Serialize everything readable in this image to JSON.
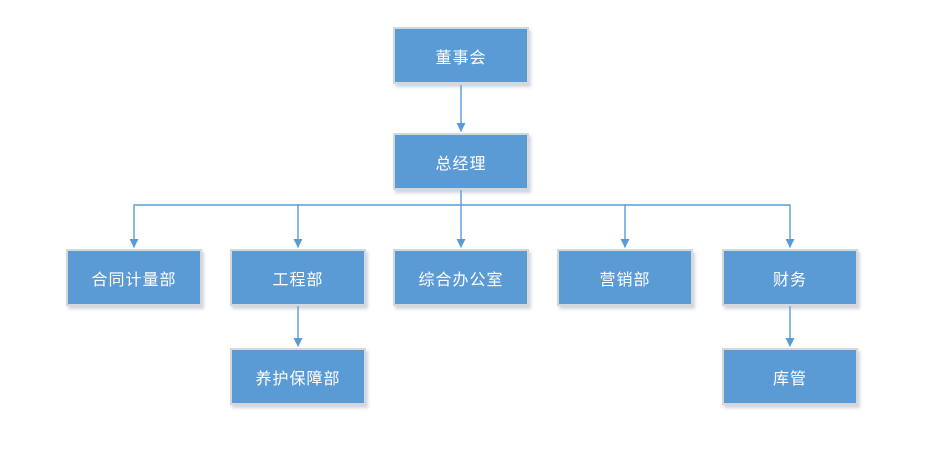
{
  "diagram": {
    "type": "org-chart",
    "background_color": "#ffffff",
    "node_fill_color": "#5b9bd5",
    "node_border_color": "#d5d8db",
    "node_text_color": "#ffffff",
    "connector_color": "#5b9bd5"
  },
  "nodes": {
    "board": {
      "label": "董事会"
    },
    "general_manager": {
      "label": "总经理"
    },
    "contract_measurement": {
      "label": "合同计量部"
    },
    "engineering": {
      "label": "工程部"
    },
    "general_office": {
      "label": "综合办公室"
    },
    "marketing": {
      "label": "营销部"
    },
    "finance": {
      "label": "财务"
    },
    "maintenance_support": {
      "label": "养护保障部"
    },
    "warehouse": {
      "label": "库管"
    }
  },
  "edges": [
    {
      "from": "董事会",
      "to": "总经理"
    },
    {
      "from": "总经理",
      "to": "合同计量部"
    },
    {
      "from": "总经理",
      "to": "工程部"
    },
    {
      "from": "总经理",
      "to": "综合办公室"
    },
    {
      "from": "总经理",
      "to": "营销部"
    },
    {
      "from": "总经理",
      "to": "财务"
    },
    {
      "from": "工程部",
      "to": "养护保障部"
    },
    {
      "from": "财务",
      "to": "库管"
    }
  ]
}
